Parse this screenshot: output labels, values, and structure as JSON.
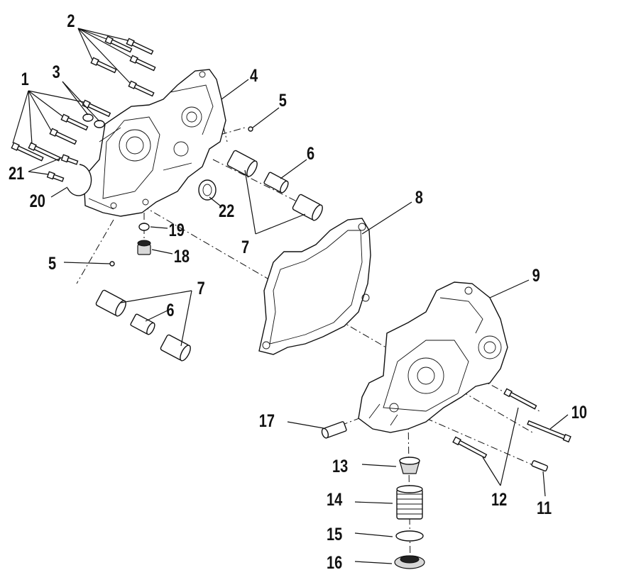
{
  "labels": {
    "l1": "1",
    "l2": "2",
    "l3": "3",
    "l4": "4",
    "l5a": "5",
    "l5b": "5",
    "l6a": "6",
    "l6b": "6",
    "l7a": "7",
    "l7b": "7",
    "l8": "8",
    "l9": "9",
    "l10": "10",
    "l11": "11",
    "l12": "12",
    "l13": "13",
    "l14": "14",
    "l15": "15",
    "l16": "16",
    "l17": "17",
    "l18": "18",
    "l19": "19",
    "l20": "20",
    "l21": "21",
    "l22": "22"
  }
}
